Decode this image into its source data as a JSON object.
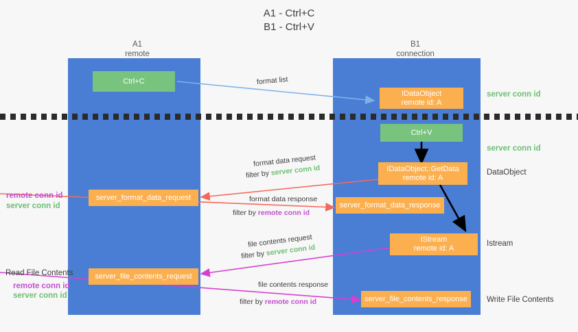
{
  "title": {
    "line1": "A1 - Ctrl+C",
    "line2": "B1 - Ctrl+V"
  },
  "colors": {
    "lane": "#4a7ed4",
    "green_box": "#78c47e",
    "orange_box": "#fcaf4f",
    "server_conn_id": "#6cbf72",
    "remote_conn_id": "#c34fd0",
    "arrow_blue": "#7fb2e8",
    "arrow_red": "#f4685c",
    "arrow_magenta": "#d63fd0",
    "arrow_black": "#000000",
    "divider": "#2b2b2b",
    "background": "#f7f7f7"
  },
  "columns": [
    {
      "name": "A1",
      "sub": "remote"
    },
    {
      "name": "B1",
      "sub": "connection"
    }
  ],
  "boxes": {
    "ctrl_c": {
      "line1": "Ctrl+C",
      "type": "green"
    },
    "idataobject": {
      "line1": "IDataObject",
      "line2": "remote id: A",
      "type": "orange"
    },
    "ctrl_v": {
      "line1": "Ctrl+V",
      "type": "green"
    },
    "getdata": {
      "line1": "IDataObject::GetData",
      "line2": "remote id: A",
      "type": "orange"
    },
    "server_format_data_request": {
      "line1": "server_format_data_request",
      "type": "orange"
    },
    "server_format_data_response": {
      "line1": "server_format_data_response",
      "type": "orange"
    },
    "istream": {
      "line1": "IStream",
      "line2": "remote id: A",
      "type": "orange"
    },
    "server_file_contents_request": {
      "line1": "server_file_contents_request",
      "type": "orange"
    },
    "server_file_contents_response": {
      "line1": "server_file_contents_response",
      "type": "orange"
    }
  },
  "arrows": {
    "format_list": {
      "label": "format list"
    },
    "format_data_request": {
      "label": "format data request",
      "filter_prefix": "filter by ",
      "filter_value": "server conn id"
    },
    "format_data_response": {
      "label": "format data response",
      "filter_prefix": "filter by ",
      "filter_value": "remote conn id"
    },
    "file_contents_request": {
      "label": "file contents request",
      "filter_prefix": "filter by ",
      "filter_value": "server conn id"
    },
    "file_contents_response": {
      "label": "file contents response",
      "filter_prefix": "filter by ",
      "filter_value": "remote conn id"
    }
  },
  "right_labels": {
    "server_conn_id_top": "server conn id",
    "server_conn_id_mid": "server conn id",
    "dataobject": "DataObject",
    "istream": "Istream",
    "write_file_contents": "Write File Contents"
  },
  "left_labels": {
    "remote_conn_id_mid": "remote conn id",
    "server_conn_id_mid": "server conn id",
    "read_file_contents": "Read File Contents",
    "remote_conn_id_bottom": "remote conn id",
    "server_conn_id_bottom": "server conn id"
  }
}
